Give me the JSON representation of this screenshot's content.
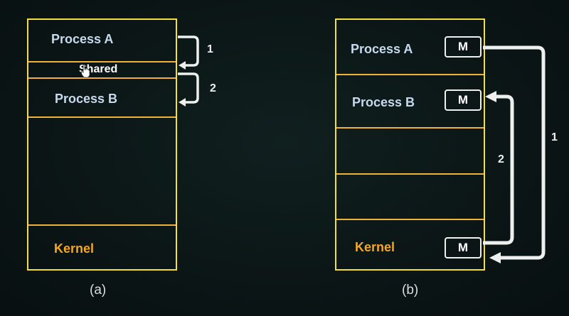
{
  "diagram_a": {
    "process_a": "Process A",
    "shared": "Shared",
    "process_b": "Process B",
    "kernel": "Kernel",
    "step_1": "1",
    "step_2": "2",
    "caption": "(a)"
  },
  "diagram_b": {
    "process_a": "Process A",
    "process_b": "Process B",
    "kernel": "Kernel",
    "message_label": "M",
    "step_1": "1",
    "step_2": "2",
    "caption": "(b)"
  },
  "colors": {
    "box_border": "#f2df3b",
    "divider": "#f2b23a",
    "label": "#c7d9ec",
    "kernel": "#f5a623",
    "arrow": "#eef0ee",
    "background": "#0d1819"
  }
}
